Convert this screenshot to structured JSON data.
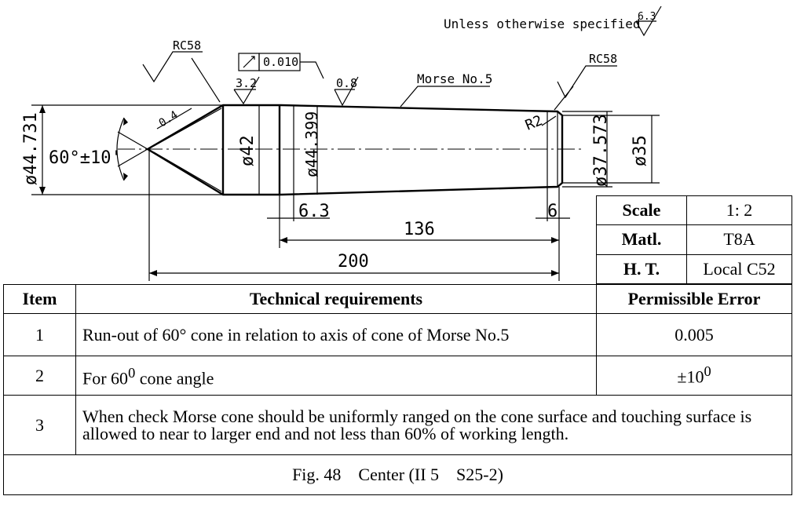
{
  "drawing": {
    "general_roughness_note": "Unless otherwise specified",
    "general_roughness_value": "6.3",
    "callouts": {
      "hardness_left": "RC58",
      "hardness_right": "RC58",
      "runout_tolerance": "0.010",
      "roughness_cone_face": "3.2",
      "roughness_taper": "0.8",
      "taper_label": "Morse No.5",
      "chamfer": "0.4",
      "fillet": "R2"
    },
    "dimensions": {
      "dia_44_731": "ø44.731",
      "cone_angle": "60°±10'",
      "dia_42": "ø42",
      "dia_44_399": "ø44.399",
      "dia_37_573": "ø37.573",
      "dia_35": "ø35",
      "len_6_3": "6.3",
      "len_6": "6",
      "len_136": "136",
      "len_200": "200"
    }
  },
  "title_block": {
    "rows": [
      {
        "key": "Scale",
        "value": "1: 2"
      },
      {
        "key": "Matl.",
        "value": "T8A"
      },
      {
        "key": "H. T.",
        "value": "Local C52"
      }
    ]
  },
  "requirements": {
    "headers": {
      "item": "Item",
      "requirement": "Technical requirements",
      "error": "Permissible Error"
    },
    "rows": [
      {
        "item": "1",
        "requirement": "Run-out of 60° cone in relation to axis of cone of Morse No.5",
        "error": "0.005"
      },
      {
        "item": "2",
        "requirement_prefix": "For 60",
        "requirement_sup": "0",
        "requirement_suffix": " cone angle",
        "error_prefix": "±10",
        "error_sup": "0"
      },
      {
        "item": "3",
        "requirement": "When check Morse cone should be uniformly ranged on the cone surface and touching surface is allowed to near to larger end and not less than 60% of working length.",
        "error": ""
      }
    ],
    "caption": "Fig. 48    Center (II 5    S25-2)"
  }
}
